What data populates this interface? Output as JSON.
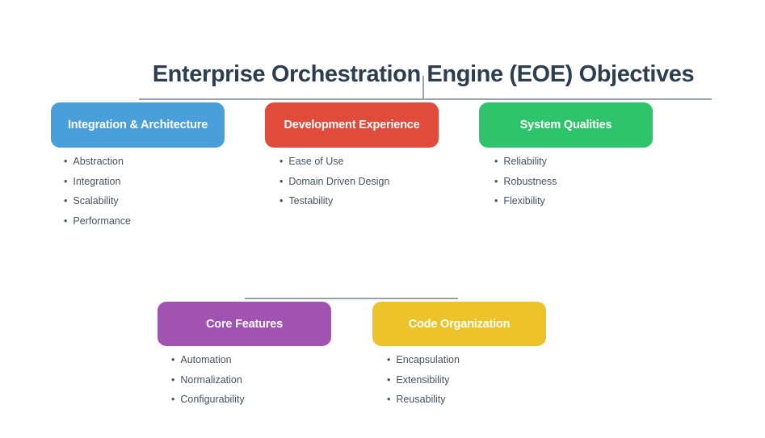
{
  "title": "Enterprise Orchestration Engine (EOE) Objectives",
  "bullet_char": "•",
  "colors": {
    "background": "#ffffff",
    "title": "#2d3e50",
    "connector": "#9ca3a8",
    "header_text": "#ffffff",
    "bullet_text": "#47535e"
  },
  "sections": [
    {
      "label": "Integration & Architecture",
      "color": "#4a9eda",
      "items": [
        "Abstraction",
        "Integration",
        "Scalability",
        "Performance"
      ]
    },
    {
      "label": "Development Experience",
      "color": "#e04b3b",
      "items": [
        "Ease of Use",
        "Domain Driven Design",
        "Testability"
      ]
    },
    {
      "label": "System Qualities",
      "color": "#2fc36c",
      "items": [
        "Reliability",
        "Robustness",
        "Flexibility"
      ]
    },
    {
      "label": "Core Features",
      "color": "#a153b1",
      "items": [
        "Automation",
        "Normalization",
        "Configurability"
      ]
    },
    {
      "label": "Code Organization",
      "color": "#edc32b",
      "items": [
        "Encapsulation",
        "Extensibility",
        "Reusability"
      ]
    }
  ]
}
